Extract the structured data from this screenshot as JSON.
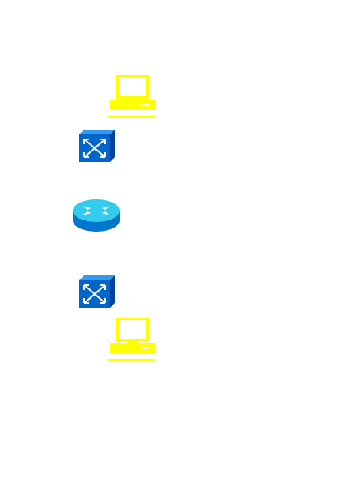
{
  "diagram": {
    "colors": {
      "workstation": "#ffff00",
      "switch_front": "#0066cc",
      "switch_top": "#3399ee",
      "switch_side": "#004499",
      "router_top": "#33ccee",
      "router_side": "#0077cc",
      "arrows": "#ffffff"
    },
    "nodes": [
      {
        "id": "pc-top",
        "type": "workstation",
        "icon": "workstation-icon"
      },
      {
        "id": "switch-top",
        "type": "switch",
        "icon": "switch-icon"
      },
      {
        "id": "router",
        "type": "router",
        "icon": "router-icon"
      },
      {
        "id": "switch-bottom",
        "type": "switch",
        "icon": "switch-icon"
      },
      {
        "id": "pc-bottom",
        "type": "workstation",
        "icon": "workstation-icon"
      }
    ]
  }
}
